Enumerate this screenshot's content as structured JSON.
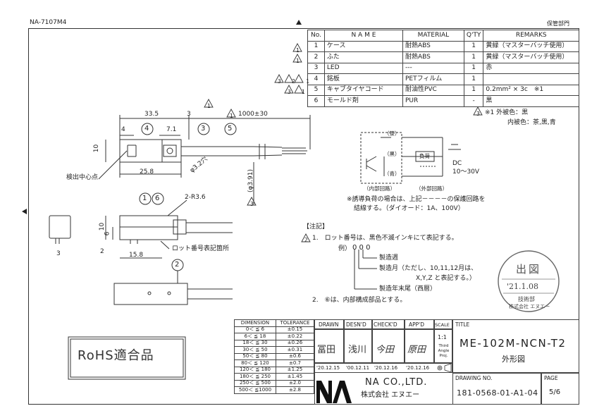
{
  "header": {
    "doc_code": "NA-7107M4",
    "dept": "保管部門"
  },
  "parts_table": {
    "headers": [
      "No.",
      "N A M E",
      "MATERIAL",
      "Q'TY",
      "REMARKS"
    ],
    "rows": [
      {
        "rev": "1",
        "no": "1",
        "name": "ケース",
        "material": "耐熱ABS",
        "qty": "1",
        "remarks": "黄緑（マスターバッチ使用）"
      },
      {
        "rev": "1",
        "no": "2",
        "name": "ふた",
        "material": "耐熱ABS",
        "qty": "1",
        "remarks": "黄緑（マスターバッチ使用）"
      },
      {
        "rev": "",
        "no": "3",
        "name": "LED",
        "material": "---",
        "qty": "1",
        "remarks": "赤"
      },
      {
        "rev": "3 2 1",
        "no": "4",
        "name": "銘板",
        "material": "PETフィルム",
        "qty": "1",
        "remarks": ""
      },
      {
        "rev": "3 1",
        "no": "5",
        "name": "キャブタイヤコード",
        "material": "耐油性PVC",
        "qty": "1",
        "remarks": "0.2mm² × 3c　※1"
      },
      {
        "rev": "",
        "no": "6",
        "name": "モールド剤",
        "material": "PUR",
        "qty": "-",
        "remarks": "黒"
      }
    ]
  },
  "cable_note": {
    "rev": "3",
    "line1": "※1 外被色：黒",
    "line2": "内被色：茶,黒,青"
  },
  "drawing": {
    "dims": {
      "d335": "33.5",
      "d3": "3",
      "d1000": "1000±30",
      "d4": "4",
      "d71": "7.1",
      "d10": "10",
      "d258": "25.8",
      "d32": "φ3.2穴",
      "d391": "(φ3.91)",
      "r36": "2-R3.6",
      "d10b": "10",
      "d6": "6",
      "d2": "2",
      "d158": "15.8",
      "d3b": "3"
    },
    "balloons": [
      "4",
      "3",
      "5",
      "1",
      "6",
      "2"
    ],
    "labels": {
      "center": "検出中心点",
      "lot_pos": "ロット番号表記箇所"
    },
    "rev_marks": {
      "cable": "1",
      "dia": "3"
    }
  },
  "circuit": {
    "brown": "（茶）",
    "black": "（黒）",
    "blue": "（青）",
    "load": "負荷",
    "dc": "DC",
    "voltage": "10～30V",
    "inner": "（内部回路）",
    "outer": "（外部回路）",
    "note1": "※誘導負荷の場合は、上記－－－－の保護回路を",
    "note2": "結線する。（ダイオード：1A、100V）"
  },
  "notes": {
    "title": "【注記】",
    "n1_rev": "2",
    "n1": "1.　ロット番号は、黒色不滅インキにて表記する。",
    "example": "例）",
    "code": "0 0 0",
    "week": "製造週",
    "month1": "製造月（ただし、10,11,12月は、",
    "month2": "X,Y,Z と表記する。）",
    "year": "製造年末尾（西暦）",
    "n2": "2.　⑥は、内部構成部品とする。"
  },
  "stamp": {
    "top": "出図",
    "date": "'21.1.08",
    "dept": "技術部",
    "company": "株式会社 エヌエー"
  },
  "rohs": "RoHS適合品",
  "tolerance": {
    "headers": [
      "DIMENSION",
      "TOLERANCE"
    ],
    "rows": [
      [
        "0＜ ≦ 6",
        "±0.15"
      ],
      [
        "6＜ ≦ 18",
        "±0.22"
      ],
      [
        "18＜ ≦ 30",
        "±0.26"
      ],
      [
        "30＜ ≦ 50",
        "±0.31"
      ],
      [
        "50＜ ≦ 80",
        "±0.6"
      ],
      [
        "80＜ ≦ 120",
        "±0.7"
      ],
      [
        "120＜ ≦ 180",
        "±1.25"
      ],
      [
        "180＜ ≦ 250",
        "±1.45"
      ],
      [
        "250＜ ≦ 500",
        "±2.0"
      ],
      [
        "500＜ ≦1000",
        "±2.8"
      ]
    ]
  },
  "title_block": {
    "h_drawn": "DRAWN",
    "h_desnd": "DESN'D",
    "h_check": "CHECK'D",
    "h_app": "APP'D",
    "h_scale": "SCALE",
    "h_title": "TITLE",
    "drawn": "冨田",
    "desnd": "浅川",
    "check": "今田",
    "app": "原田",
    "scale": "1:1",
    "projection": "Third Angle Proj.",
    "d_drawn": "'20.12.15",
    "d_desnd": "'00.12.11",
    "d_check": "'20.12.16",
    "d_app": "'20.12.16",
    "title": "ME-102M-NCN-T2",
    "subtitle": "外形図",
    "company_en": "NA CO.,LTD.",
    "company_jp": "株式会社 エヌエー",
    "logo": "NA",
    "h_drawing_no": "DRAWING NO.",
    "drawing_no": "181-0568-01-A1-04",
    "h_page": "PAGE",
    "page": "5/6"
  }
}
